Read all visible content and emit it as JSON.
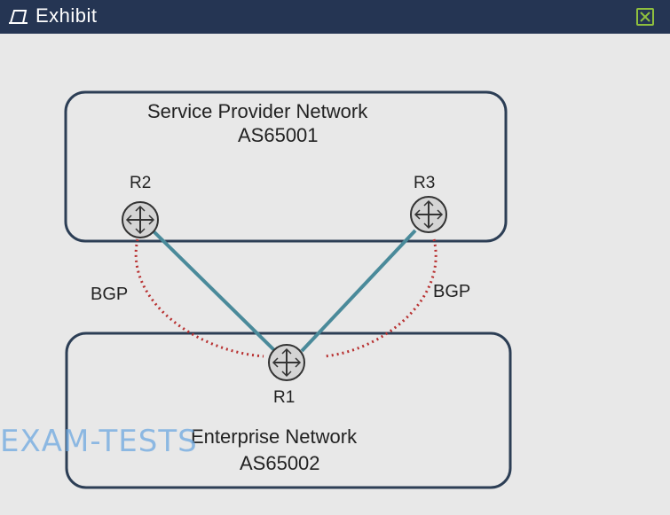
{
  "window": {
    "title": "Exhibit"
  },
  "diagram": {
    "provider": {
      "name": "Service Provider Network",
      "as": "AS65001"
    },
    "enterprise": {
      "name": "Enterprise Network",
      "as": "AS65002"
    },
    "routers": {
      "r1": "R1",
      "r2": "R2",
      "r3": "R3"
    },
    "sessions": {
      "left": "BGP",
      "right": "BGP"
    }
  },
  "watermark": "EXAM-TESTS",
  "colors": {
    "titlebar": "#253553",
    "close_border": "#8fbf3e",
    "link": "#4a8a9a",
    "bgp_session": "#b83030",
    "box_stroke": "#2c3e55"
  }
}
